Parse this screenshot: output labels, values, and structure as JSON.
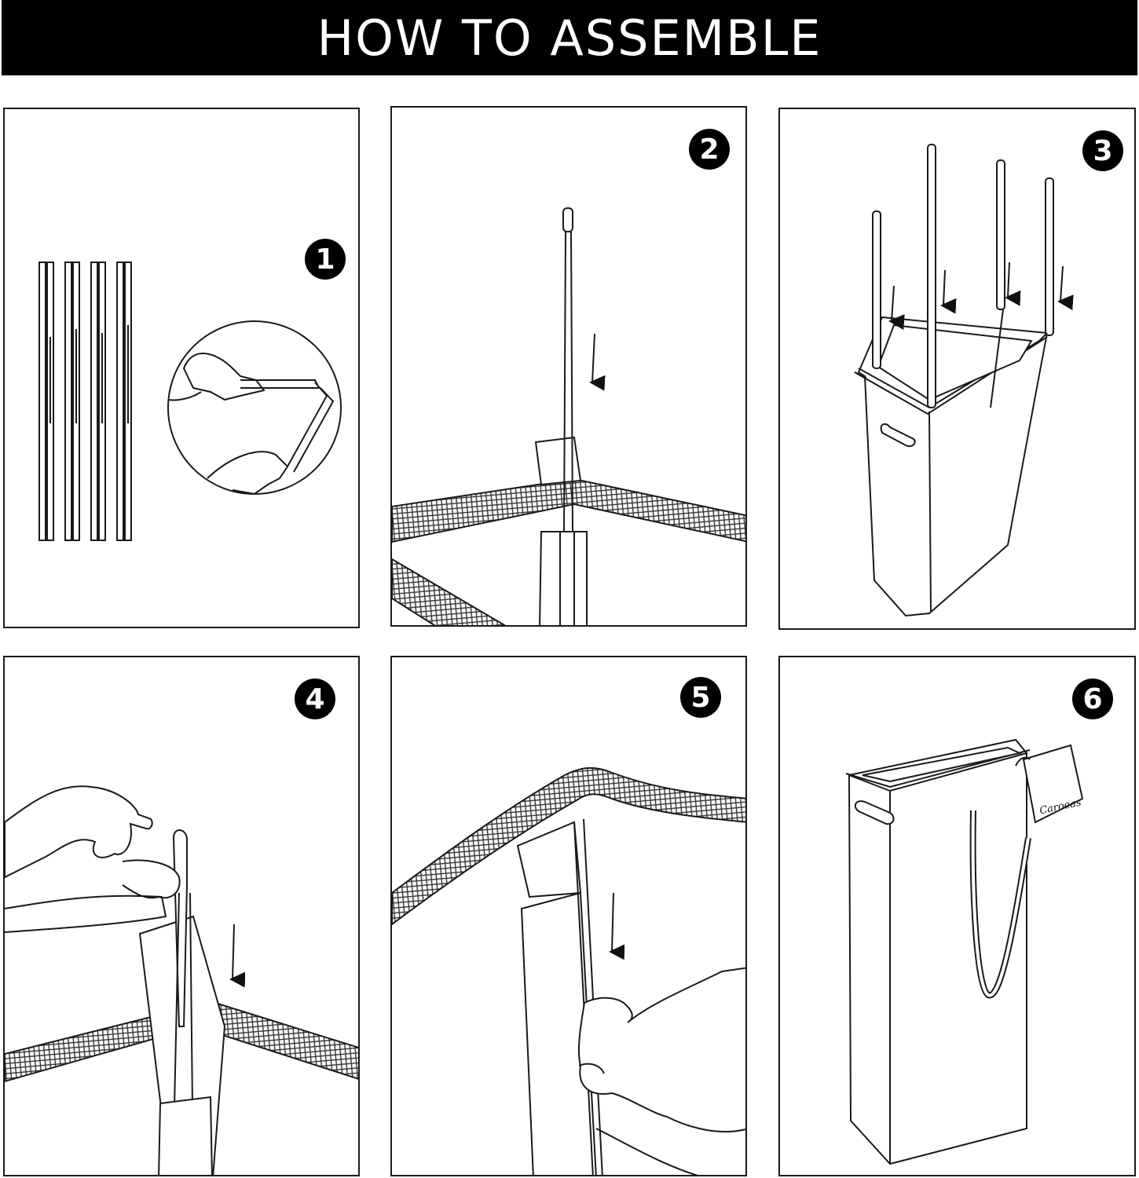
{
  "header": {
    "title": "HOW TO ASSEMBLE"
  },
  "steps": [
    {
      "number": "1",
      "icon": "poles-and-connect-icon"
    },
    {
      "number": "2",
      "icon": "insert-pole-corner-icon"
    },
    {
      "number": "3",
      "icon": "insert-four-poles-icon"
    },
    {
      "number": "4",
      "icon": "push-pole-down-icon"
    },
    {
      "number": "5",
      "icon": "secure-pole-sleeve-icon"
    },
    {
      "number": "6",
      "icon": "finished-basket-icon"
    }
  ],
  "product": {
    "brand": "Caroeas"
  },
  "colors": {
    "header_bg": "#000000",
    "header_text": "#ffffff",
    "line": "#1a1a1a"
  }
}
